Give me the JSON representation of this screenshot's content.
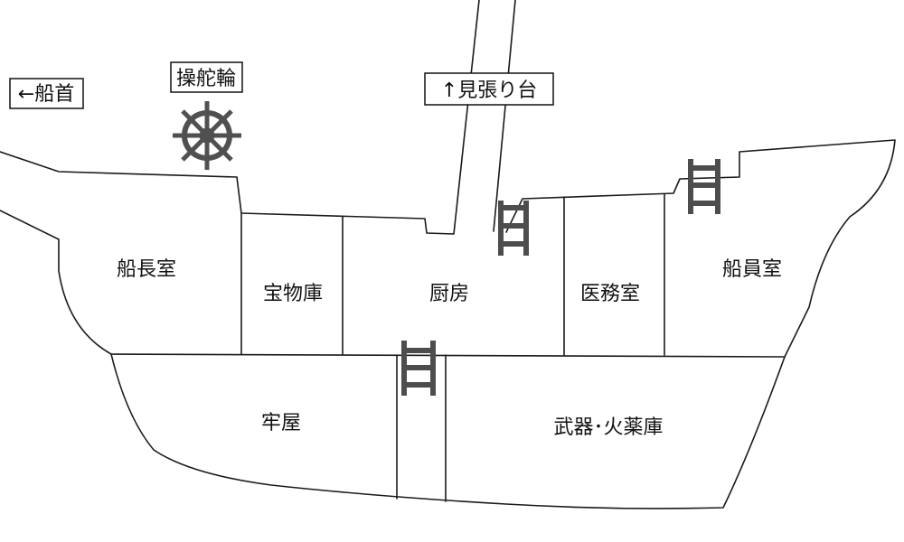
{
  "labels": {
    "bow": "←船首",
    "helm": "操舵輪",
    "lookout": "↑見張り台"
  },
  "rooms": {
    "captain": "船長室",
    "treasury": "宝物庫",
    "kitchen": "厨房",
    "infirmary": "医務室",
    "crew": "船員室",
    "prison": "牢屋",
    "armory": "武器･火薬庫"
  },
  "colors": {
    "outline": "#1a1a1a",
    "ladder": "#4d4d4d",
    "wheel": "#505050"
  },
  "icons": {
    "helm": "ship-wheel-icon",
    "ladder": "ladder-icon"
  }
}
